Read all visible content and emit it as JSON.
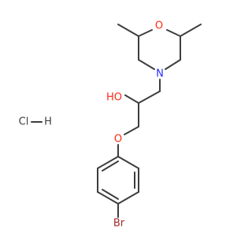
{
  "molecule": {
    "atoms": {
      "ring_oxygen": "O",
      "amine_nitrogen": "N",
      "hydroxyl": "HO",
      "ether_oxygen": "O",
      "bromine": "Br"
    },
    "salt": {
      "chloride": "Cl",
      "hydrogen": "H"
    }
  },
  "colors": {
    "bond": "#3d3d3d",
    "oxygen": "#ff2a12",
    "nitrogen": "#2a2aff",
    "bromine": "#a52a2a",
    "background": "#ffffff"
  }
}
